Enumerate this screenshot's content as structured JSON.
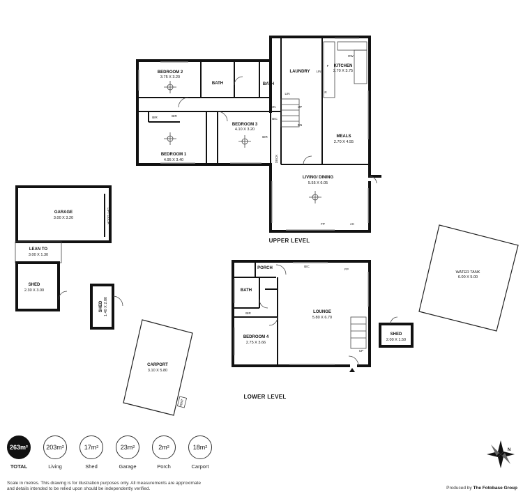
{
  "upper_level": {
    "label": "UPPER LEVEL",
    "rooms": {
      "bedroom2": {
        "name": "BEDROOM 2",
        "dims": "3.75 X 3.20"
      },
      "bath1": {
        "name": "BATH"
      },
      "bath2": {
        "name": "BATH"
      },
      "laundry": {
        "name": "LAUNDRY"
      },
      "kitchen": {
        "name": "KITCHEN",
        "dims": "2.70 X 3.75"
      },
      "bedroom1": {
        "name": "BEDROOM 1",
        "dims": "4.95 X 3.40"
      },
      "bedroom3": {
        "name": "BEDROOM 3",
        "dims": "4.10 X 3.20"
      },
      "meals": {
        "name": "MEALS",
        "dims": "2.70 X 4.55"
      },
      "living": {
        "name": "LIVING/ DINING",
        "dims": "5.55 X 6.05"
      }
    },
    "tags": {
      "bir1": "BIR",
      "bir2": "BIR",
      "bir3": "BIR",
      "bic": "BIC",
      "lin1": "LIN",
      "lin2": "LIN",
      "dn1": "DN",
      "up1": "UP",
      "dn2": "DN",
      "deck": "DECK",
      "dw": "DW",
      "fp": "FP",
      "ac": "AC",
      "fr": "F",
      "ref": "R"
    }
  },
  "lower_level": {
    "label": "LOWER LEVEL",
    "rooms": {
      "porch": {
        "name": "PORCH"
      },
      "bath": {
        "name": "BATH"
      },
      "lounge": {
        "name": "LOUNGE",
        "dims": "5.80 X 6.70"
      },
      "bedroom4": {
        "name": "BEDROOM 4",
        "dims": "2.75 X 3.66"
      }
    },
    "tags": {
      "bic": "BIC",
      "fp": "FP",
      "bir": "BIR",
      "up": "UP"
    }
  },
  "outbuildings": {
    "garage": {
      "name": "GARAGE",
      "dims": "3.00 X 3.20",
      "door": "LIFT DOOR"
    },
    "lean_to": {
      "name": "LEAN TO",
      "dims": "3.00 X 1.30"
    },
    "shed1": {
      "name": "SHED",
      "dims": "2.30 X 3.00"
    },
    "shed2": {
      "name": "SHED",
      "dims": "1.40 X 2.80"
    },
    "carport": {
      "name": "CARPORT",
      "dims": "3.10 X 5.80",
      "tag": "RWT"
    },
    "shed3": {
      "name": "SHED",
      "dims": "2.00 X 1.50"
    },
    "water_tank": {
      "name": "WATER TANK",
      "dims": "6.00 X 5.00"
    }
  },
  "stats": [
    {
      "value": "263m²",
      "label": "TOTAL"
    },
    {
      "value": "203m²",
      "label": "Living"
    },
    {
      "value": "17m²",
      "label": "Shed"
    },
    {
      "value": "23m²",
      "label": "Garage"
    },
    {
      "value": "2m²",
      "label": "Porch"
    },
    {
      "value": "18m²",
      "label": "Carport"
    }
  ],
  "disclaimer": "Scale in metres. This drawing is for illustration purposes only. All measurements are approximate and details intended to be relied upon should be independently verified.",
  "producer": {
    "prefix": "Produced by",
    "name": "The Fotobase Group"
  },
  "compass": {
    "north": "N"
  }
}
